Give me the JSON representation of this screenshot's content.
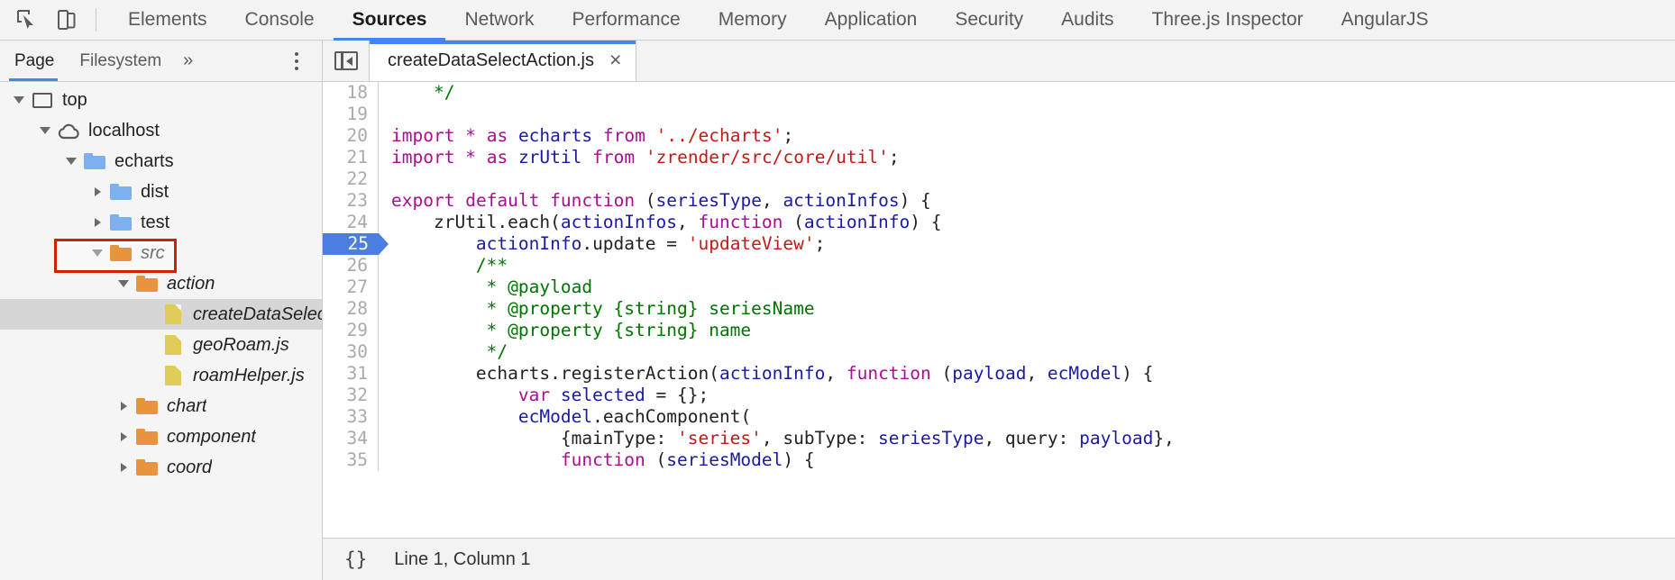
{
  "toolbar": {
    "inspect_icon": "inspect-element-icon",
    "device_icon": "toggle-device-toolbar-icon",
    "tabs": [
      {
        "label": "Elements",
        "active": false
      },
      {
        "label": "Console",
        "active": false
      },
      {
        "label": "Sources",
        "active": true
      },
      {
        "label": "Network",
        "active": false
      },
      {
        "label": "Performance",
        "active": false
      },
      {
        "label": "Memory",
        "active": false
      },
      {
        "label": "Application",
        "active": false
      },
      {
        "label": "Security",
        "active": false
      },
      {
        "label": "Audits",
        "active": false
      },
      {
        "label": "Three.js Inspector",
        "active": false
      },
      {
        "label": "AngularJS",
        "active": false
      }
    ]
  },
  "navigator": {
    "tabs": [
      {
        "label": "Page",
        "active": true
      },
      {
        "label": "Filesystem",
        "active": false
      }
    ],
    "more_label": "»",
    "kebab_icon": "more-options-icon",
    "tree": [
      {
        "label": "top",
        "icon": "frame-icon",
        "twisty": "open",
        "indent": 0,
        "italic": false,
        "selected": false,
        "boxed": false
      },
      {
        "label": "localhost",
        "icon": "cloud-icon",
        "twisty": "open",
        "indent": 1,
        "italic": false,
        "selected": false,
        "boxed": false
      },
      {
        "label": "echarts",
        "icon": "folder-blue",
        "twisty": "open",
        "indent": 2,
        "italic": false,
        "selected": false,
        "boxed": false
      },
      {
        "label": "dist",
        "icon": "folder-blue",
        "twisty": "closed",
        "indent": 3,
        "italic": false,
        "selected": false,
        "boxed": false
      },
      {
        "label": "test",
        "icon": "folder-blue",
        "twisty": "closed",
        "indent": 3,
        "italic": false,
        "selected": false,
        "boxed": false
      },
      {
        "label": "src",
        "icon": "folder-orange",
        "twisty": "open",
        "indent": 3,
        "italic": true,
        "selected": false,
        "boxed": true
      },
      {
        "label": "action",
        "icon": "folder-orange",
        "twisty": "open",
        "indent": 4,
        "italic": true,
        "selected": false,
        "boxed": false
      },
      {
        "label": "createDataSelectAction.js",
        "icon": "file-js",
        "twisty": "none",
        "indent": 5,
        "italic": true,
        "selected": true,
        "boxed": false
      },
      {
        "label": "geoRoam.js",
        "icon": "file-js",
        "twisty": "none",
        "indent": 5,
        "italic": true,
        "selected": false,
        "boxed": false
      },
      {
        "label": "roamHelper.js",
        "icon": "file-js",
        "twisty": "none",
        "indent": 5,
        "italic": true,
        "selected": false,
        "boxed": false
      },
      {
        "label": "chart",
        "icon": "folder-orange",
        "twisty": "closed",
        "indent": 4,
        "italic": true,
        "selected": false,
        "boxed": false
      },
      {
        "label": "component",
        "icon": "folder-orange",
        "twisty": "closed",
        "indent": 4,
        "italic": true,
        "selected": false,
        "boxed": false
      },
      {
        "label": "coord",
        "icon": "folder-orange",
        "twisty": "closed",
        "indent": 4,
        "italic": true,
        "selected": false,
        "boxed": false
      }
    ]
  },
  "editor": {
    "sidebar_toggle_icon": "collapse-sidebar-icon",
    "tab": {
      "name": "createDataSelectAction.js",
      "close_label": "×"
    },
    "lines": [
      {
        "num": "18",
        "exec": false,
        "tokens": [
          {
            "t": "    ",
            "c": "pln"
          },
          {
            "t": "*/",
            "c": "com"
          }
        ]
      },
      {
        "num": "19",
        "exec": false,
        "tokens": []
      },
      {
        "num": "20",
        "exec": false,
        "tokens": [
          {
            "t": "import",
            "c": "kw"
          },
          {
            "t": " ",
            "c": "pln"
          },
          {
            "t": "*",
            "c": "kw"
          },
          {
            "t": " ",
            "c": "pln"
          },
          {
            "t": "as",
            "c": "kw"
          },
          {
            "t": " ",
            "c": "pln"
          },
          {
            "t": "echarts",
            "c": "id"
          },
          {
            "t": " ",
            "c": "pln"
          },
          {
            "t": "from",
            "c": "kw"
          },
          {
            "t": " ",
            "c": "pln"
          },
          {
            "t": "'../echarts'",
            "c": "str"
          },
          {
            "t": ";",
            "c": "pln"
          }
        ]
      },
      {
        "num": "21",
        "exec": false,
        "tokens": [
          {
            "t": "import",
            "c": "kw"
          },
          {
            "t": " ",
            "c": "pln"
          },
          {
            "t": "*",
            "c": "kw"
          },
          {
            "t": " ",
            "c": "pln"
          },
          {
            "t": "as",
            "c": "kw"
          },
          {
            "t": " ",
            "c": "pln"
          },
          {
            "t": "zrUtil",
            "c": "id"
          },
          {
            "t": " ",
            "c": "pln"
          },
          {
            "t": "from",
            "c": "kw"
          },
          {
            "t": " ",
            "c": "pln"
          },
          {
            "t": "'zrender/src/core/util'",
            "c": "str"
          },
          {
            "t": ";",
            "c": "pln"
          }
        ]
      },
      {
        "num": "22",
        "exec": false,
        "tokens": []
      },
      {
        "num": "23",
        "exec": false,
        "tokens": [
          {
            "t": "export",
            "c": "kw"
          },
          {
            "t": " ",
            "c": "pln"
          },
          {
            "t": "default",
            "c": "kw"
          },
          {
            "t": " ",
            "c": "pln"
          },
          {
            "t": "function",
            "c": "kw"
          },
          {
            "t": " (",
            "c": "pln"
          },
          {
            "t": "seriesType",
            "c": "id"
          },
          {
            "t": ", ",
            "c": "pln"
          },
          {
            "t": "actionInfos",
            "c": "id"
          },
          {
            "t": ") {",
            "c": "pln"
          }
        ]
      },
      {
        "num": "24",
        "exec": false,
        "tokens": [
          {
            "t": "    zrUtil.each(",
            "c": "pln"
          },
          {
            "t": "actionInfos",
            "c": "id"
          },
          {
            "t": ", ",
            "c": "pln"
          },
          {
            "t": "function",
            "c": "kw"
          },
          {
            "t": " (",
            "c": "pln"
          },
          {
            "t": "actionInfo",
            "c": "id"
          },
          {
            "t": ") {",
            "c": "pln"
          }
        ]
      },
      {
        "num": "25",
        "exec": true,
        "tokens": [
          {
            "t": "        ",
            "c": "pln"
          },
          {
            "t": "actionInfo",
            "c": "id"
          },
          {
            "t": ".update = ",
            "c": "pln"
          },
          {
            "t": "'updateView'",
            "c": "str"
          },
          {
            "t": ";",
            "c": "pln"
          }
        ]
      },
      {
        "num": "26",
        "exec": false,
        "tokens": [
          {
            "t": "        /**",
            "c": "com"
          }
        ]
      },
      {
        "num": "27",
        "exec": false,
        "tokens": [
          {
            "t": "         * @payload",
            "c": "com"
          }
        ]
      },
      {
        "num": "28",
        "exec": false,
        "tokens": [
          {
            "t": "         * @property {string} seriesName",
            "c": "com"
          }
        ]
      },
      {
        "num": "29",
        "exec": false,
        "tokens": [
          {
            "t": "         * @property {string} name",
            "c": "com"
          }
        ]
      },
      {
        "num": "30",
        "exec": false,
        "tokens": [
          {
            "t": "         */",
            "c": "com"
          }
        ]
      },
      {
        "num": "31",
        "exec": false,
        "tokens": [
          {
            "t": "        echarts.registerAction(",
            "c": "pln"
          },
          {
            "t": "actionInfo",
            "c": "id"
          },
          {
            "t": ", ",
            "c": "pln"
          },
          {
            "t": "function",
            "c": "kw"
          },
          {
            "t": " (",
            "c": "pln"
          },
          {
            "t": "payload",
            "c": "id"
          },
          {
            "t": ", ",
            "c": "pln"
          },
          {
            "t": "ecModel",
            "c": "id"
          },
          {
            "t": ") {",
            "c": "pln"
          }
        ]
      },
      {
        "num": "32",
        "exec": false,
        "tokens": [
          {
            "t": "            ",
            "c": "pln"
          },
          {
            "t": "var",
            "c": "kw"
          },
          {
            "t": " ",
            "c": "pln"
          },
          {
            "t": "selected",
            "c": "id"
          },
          {
            "t": " = {};",
            "c": "pln"
          }
        ]
      },
      {
        "num": "33",
        "exec": false,
        "tokens": [
          {
            "t": "            ",
            "c": "pln"
          },
          {
            "t": "ecModel",
            "c": "id"
          },
          {
            "t": ".eachComponent(",
            "c": "pln"
          }
        ]
      },
      {
        "num": "34",
        "exec": false,
        "tokens": [
          {
            "t": "                {mainType: ",
            "c": "pln"
          },
          {
            "t": "'series'",
            "c": "str"
          },
          {
            "t": ", subType: ",
            "c": "pln"
          },
          {
            "t": "seriesType",
            "c": "id"
          },
          {
            "t": ", query: ",
            "c": "pln"
          },
          {
            "t": "payload",
            "c": "id"
          },
          {
            "t": "},",
            "c": "pln"
          }
        ]
      },
      {
        "num": "35",
        "exec": false,
        "tokens": [
          {
            "t": "                ",
            "c": "pln"
          },
          {
            "t": "function",
            "c": "kw"
          },
          {
            "t": " (",
            "c": "pln"
          },
          {
            "t": "seriesModel",
            "c": "id"
          },
          {
            "t": ") {",
            "c": "pln"
          }
        ]
      }
    ],
    "status": {
      "format_icon": "{}",
      "position": "Line 1, Column 1"
    }
  },
  "colors": {
    "accent": "#4285f4",
    "annotation_box": "#cc2200",
    "exec_marker": "#4a7fe0",
    "folder_network": "#7cb0ee",
    "folder_source": "#e8943e",
    "file_js": "#e0cc58",
    "keyword": "#aa0d91",
    "identifier": "#1a1aa6",
    "string": "#c41a16",
    "comment": "#007400"
  }
}
